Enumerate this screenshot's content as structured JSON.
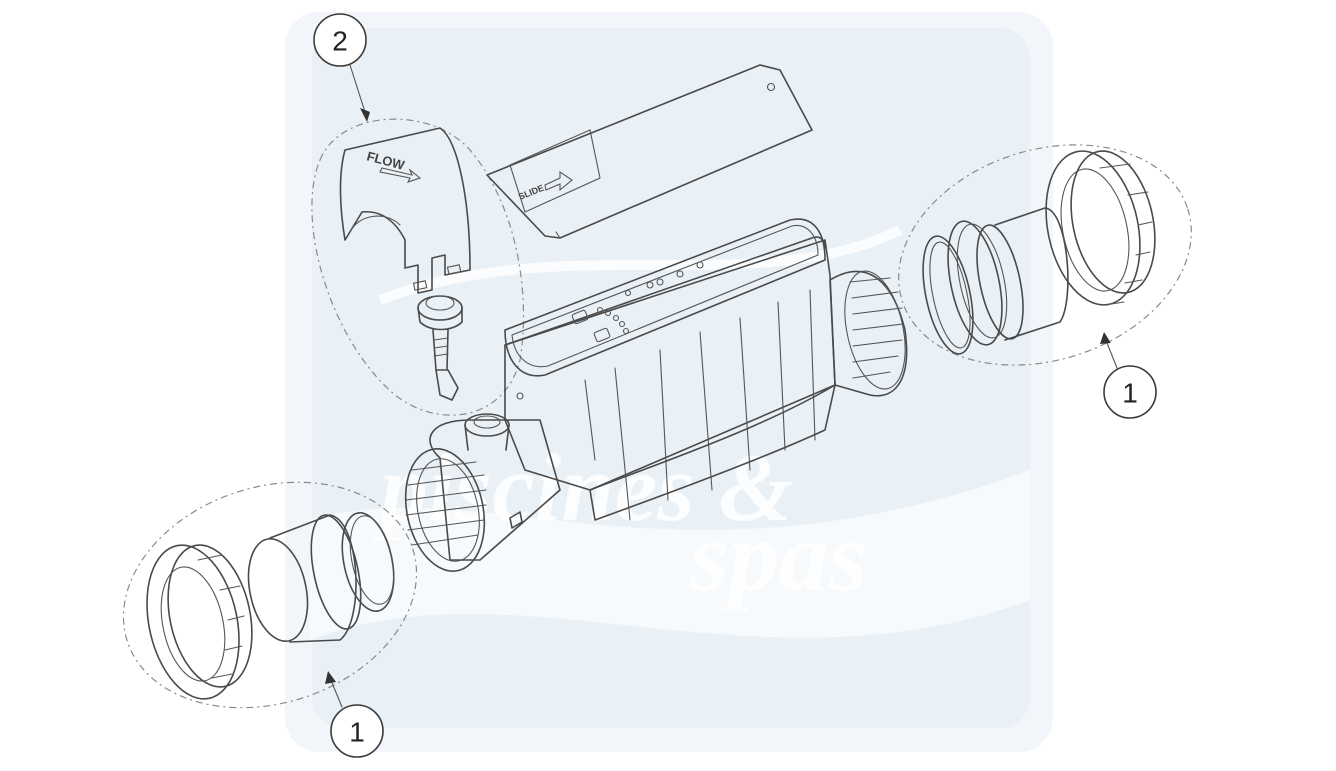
{
  "diagram": {
    "callouts": [
      {
        "id": "callout-2-cover",
        "label": "2"
      },
      {
        "id": "callout-1-right-union",
        "label": "1"
      },
      {
        "id": "callout-1-left-union",
        "label": "1"
      }
    ],
    "flow_cover_text": "FLOW",
    "lid_text": "SLIDE",
    "watermark": {
      "line1": "piscines &",
      "line2": "spas"
    }
  },
  "colors": {
    "line": "#4a4a4a",
    "watermark_panel": "#e9f0f6",
    "background": "#ffffff"
  }
}
